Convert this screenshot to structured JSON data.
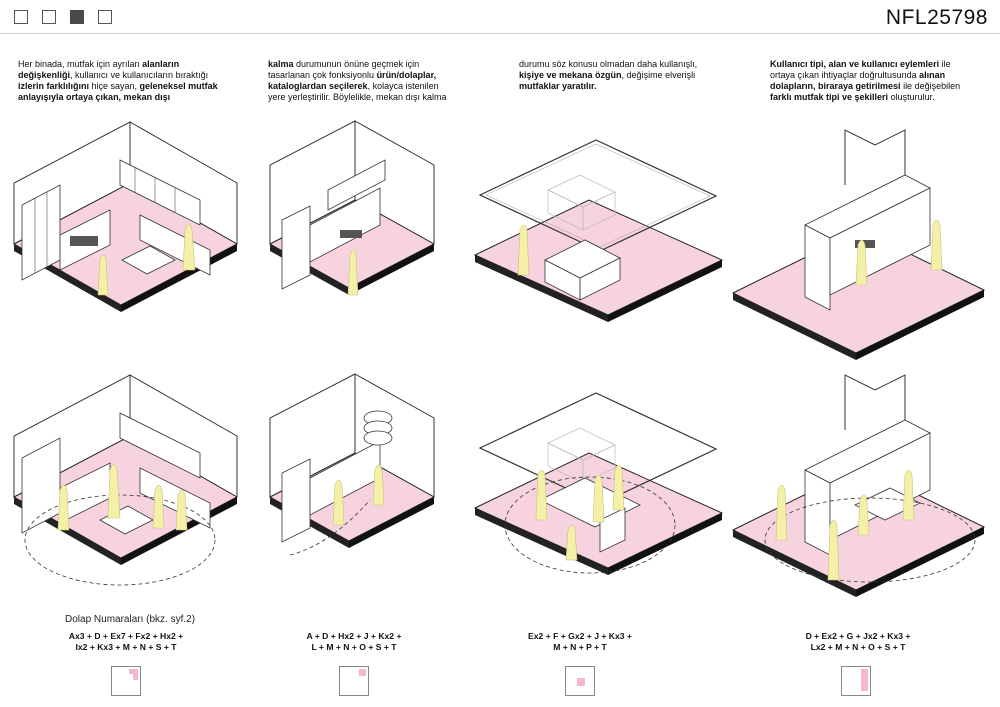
{
  "header": {
    "code": "NFL25798",
    "page_squares": [
      false,
      false,
      true,
      false
    ]
  },
  "paragraphs": [
    [
      {
        "t": "Her binada, mutfak için ayrılan ",
        "b": false
      },
      {
        "t": "alanların değişkenliği",
        "b": true
      },
      {
        "t": ", kullanıcı ve kullanıcıların bıraktığı ",
        "b": false
      },
      {
        "t": "izlerin farklılığını",
        "b": true
      },
      {
        "t": " hiçe sayan, ",
        "b": false
      },
      {
        "t": "geleneksel mutfak anlayışıyla ortaya çıkan, mekan dışı",
        "b": true
      }
    ],
    [
      {
        "t": "kalma",
        "b": true
      },
      {
        "t": " durumunun önüne geçmek için tasarlanan çok fonksiyonlu ",
        "b": false
      },
      {
        "t": "ürün/dolaplar, kataloglardan seçilerek",
        "b": true
      },
      {
        "t": ", kolayca istenilen yere yerleştirilir. Böylelikle, mekan dışı kalma",
        "b": false
      }
    ],
    [
      {
        "t": "durumu söz konusu olmadan daha kullanışlı, ",
        "b": false
      },
      {
        "t": "kişiye ve mekana özgün",
        "b": true
      },
      {
        "t": ", değişime elverişli ",
        "b": false
      },
      {
        "t": "mutfaklar yaratılır.",
        "b": true
      }
    ],
    [
      {
        "t": "Kullanıcı tipi, alan ve kullanıcı eylemleri",
        "b": true
      },
      {
        "t": " ile ortaya çıkan ihtiyaçlar doğrultusunda ",
        "b": false
      },
      {
        "t": "alınan dolapların, biraraya getirilmesi",
        "b": true
      },
      {
        "t": " ile değişebilen ",
        "b": false
      },
      {
        "t": "farklı mutfak tipi ve şekilleri",
        "b": true
      },
      {
        "t": " oluşturulur.",
        "b": false
      }
    ]
  ],
  "legend_label": "Dolap Numaraları (bkz. syf.2)",
  "formulas": [
    {
      "line1": "Ax3 + D + Ex7 + Fx2 + Hx2 +",
      "line2": "Ix2 + Kx3 + M + N + S + T"
    },
    {
      "line1": "A + D + Hx2 + J + Kx2 +",
      "line2": "L + M + N + O + S + T"
    },
    {
      "line1": "Ex2 + F + Gx2 + J + Kx3 +",
      "line2": "M + N + P + T"
    },
    {
      "line1": "D + Ex2 + G + Jx2 + Kx3 +",
      "line2": "Lx2 + M + N + O + S + T"
    }
  ],
  "colors": {
    "floor_pink": "#f7d2df",
    "figure_yellow": "#f5f0a8",
    "thumb_pink": "#f3b8cc"
  }
}
